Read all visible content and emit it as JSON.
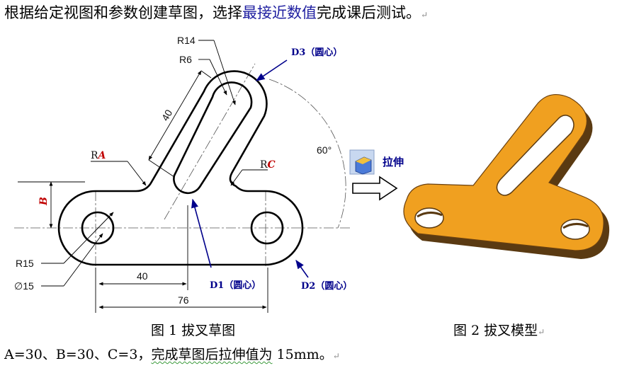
{
  "instruction": {
    "prefix": "根据给定视图和参数创建草图，选择",
    "emphasis": "最接近数值",
    "suffix": "完成课后测试。"
  },
  "drawing": {
    "r14": "R14",
    "r6": "R6",
    "d3": "D3（圆心）",
    "angle_60": "60°",
    "dim_40_slot": "40",
    "ra_prefix": "R",
    "ra_var": "A",
    "rc_prefix": "R",
    "rc_var": "C",
    "b_var": "B",
    "r15": "R15",
    "dia15": "∅15",
    "d1": "D1（圆心）",
    "d2": "D2（圆心）",
    "dim_40_bottom": "40",
    "dim_76": "76"
  },
  "extrude": {
    "label": "拉伸"
  },
  "captions": {
    "fig1": "图 1 拔叉草图",
    "fig2": "图 2 拔叉模型"
  },
  "params": {
    "prefix": "A=30、B=30、C=3，",
    "underlined": "完成草图后拉伸值为",
    "suffix": " 15mm。"
  },
  "colors": {
    "emphasis_blue": "#1e1ea0",
    "annotation_blue": "#00008b",
    "variable_red": "#c00000",
    "model_orange": "#f0a020",
    "model_shade": "#5a3a12"
  }
}
